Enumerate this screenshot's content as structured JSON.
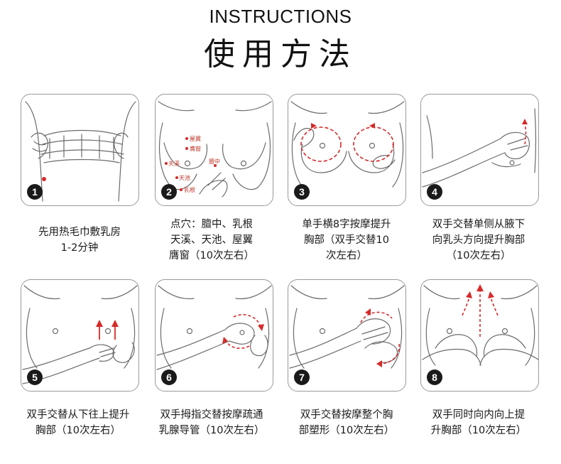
{
  "header": {
    "title_en": "INSTRUCTIONS",
    "title_cn": "使用方法"
  },
  "colors": {
    "line": "#6b6b6b",
    "accent": "#d62a2a",
    "badge": "#1a1a1a"
  },
  "steps": [
    {
      "num": "1",
      "caption": [
        "先用热毛巾敷乳房",
        "1-2分钟"
      ]
    },
    {
      "num": "2",
      "caption": [
        "点穴：膻中、乳根",
        "天溪、天池、屋翼",
        "膺窗（10次左右）"
      ],
      "points": [
        "屋翼",
        "膺窗",
        "天溪",
        "天池",
        "膻中",
        "乳根"
      ]
    },
    {
      "num": "3",
      "caption": [
        "单手横8字按摩提升",
        "胸部（双手交替10",
        "次左右）"
      ]
    },
    {
      "num": "4",
      "caption": [
        "双手交替单侧从腋下",
        "向乳头方向提升胸部",
        "（10次左右）"
      ]
    },
    {
      "num": "5",
      "caption": [
        "双手交替从下往上提升",
        "胸部（10次左右）"
      ]
    },
    {
      "num": "6",
      "caption": [
        "双手拇指交替按摩疏通",
        "乳腺导管（10次左右）"
      ]
    },
    {
      "num": "7",
      "caption": [
        "双手交替按摩整个胸",
        "部塑形（10次左右）"
      ]
    },
    {
      "num": "8",
      "caption": [
        "双手同时向内向上提",
        "升胸部（10次左右）"
      ]
    }
  ]
}
